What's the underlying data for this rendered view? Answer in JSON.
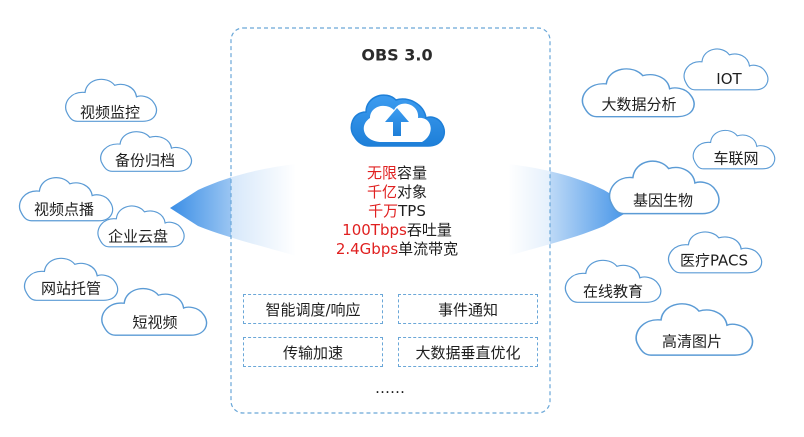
{
  "title": "OBS 3.0",
  "features": [
    {
      "highlight": "无限",
      "rest": "容量"
    },
    {
      "highlight": "千亿",
      "rest": "对象"
    },
    {
      "highlight": "千万",
      "rest": "TPS"
    },
    {
      "highlight": "100Tbps",
      "rest": "吞吐量"
    },
    {
      "highlight": "2.4Gbps",
      "rest": "单流带宽"
    }
  ],
  "capabilities": [
    "智能调度/响应",
    "事件通知",
    "传输加速",
    "大数据垂直优化"
  ],
  "ellipsis": "……",
  "left_clouds": [
    "视频监控",
    "备份归档",
    "视频点播",
    "企业云盘",
    "网站托管",
    "短视频"
  ],
  "right_clouds": [
    "IOT",
    "大数据分析",
    "车联网",
    "基因生物",
    "医疗PACS",
    "在线教育",
    "高清图片"
  ],
  "colors": {
    "cloud_stroke": "#5b9bd5",
    "arrow": "#3a8ee6",
    "highlight": "#e02020",
    "dashed_border": "#6aa7d8"
  },
  "icons": {
    "center": "cloud-upload-icon"
  }
}
